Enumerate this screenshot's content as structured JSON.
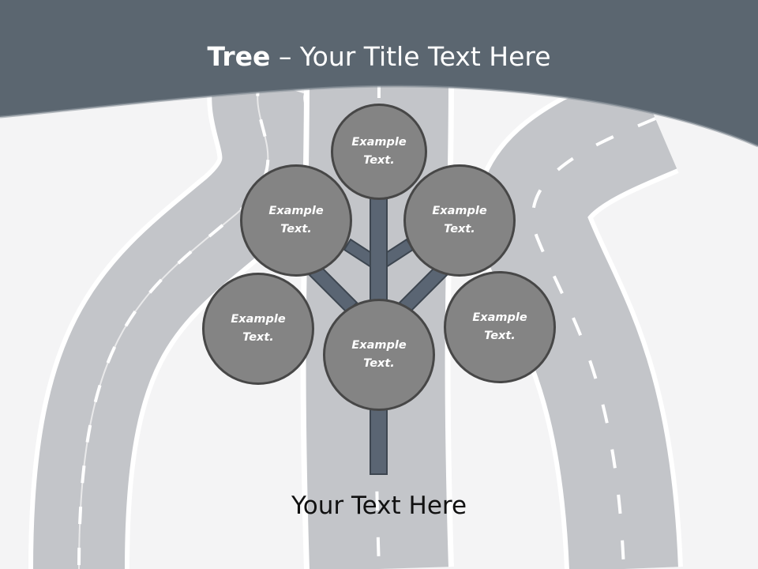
{
  "slide": {
    "title_bold": "Tree",
    "title_dash": " – ",
    "title_rest": "Your Title Text Here",
    "bottom_text": "Your Text Here",
    "nodes": [
      {
        "label": "Example Text."
      },
      {
        "label": "Example Text."
      },
      {
        "label": "Example Text."
      },
      {
        "label": "Example Text."
      },
      {
        "label": "Example Text."
      },
      {
        "label": "Example Text."
      }
    ]
  },
  "colors": {
    "header": "#5b6670",
    "trunk": "#5a6573",
    "circle_fill": "#848484",
    "circle_border": "#474747",
    "road": "#c5c7cb"
  },
  "icons": [
    "road-illustration",
    "tree-diagram"
  ]
}
